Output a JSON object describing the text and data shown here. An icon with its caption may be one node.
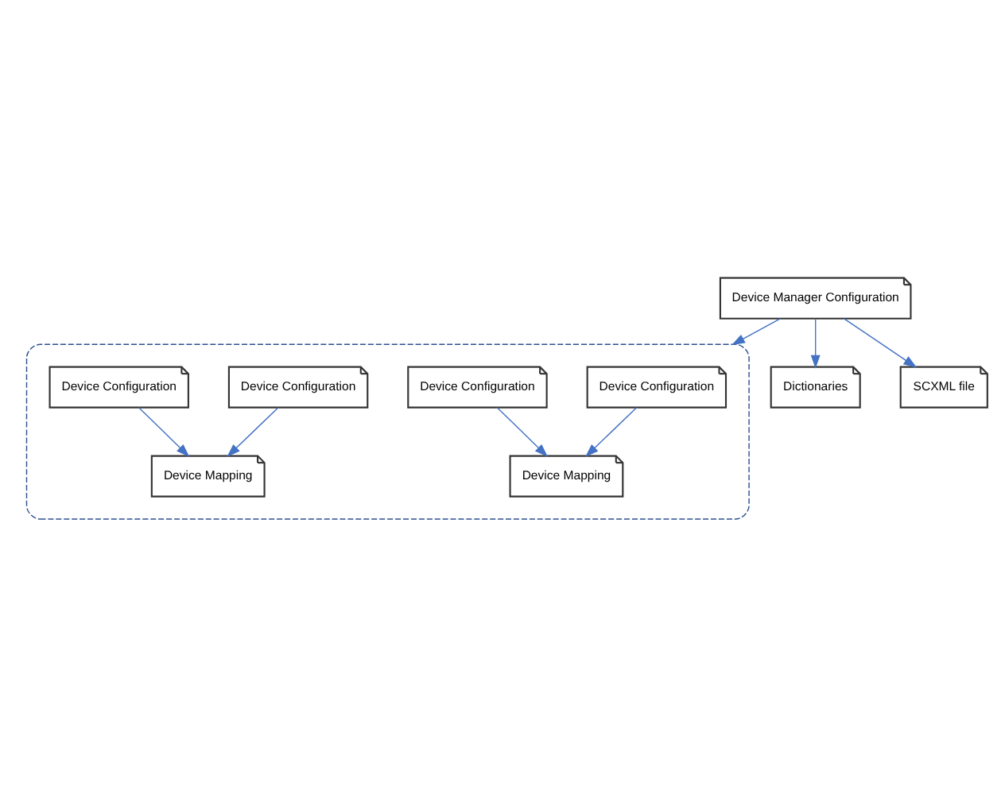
{
  "diagram": {
    "nodes": [
      {
        "text": [
          "Device Manager Configuration"
        ]
      },
      {
        "text": [],
        "shape": "box"
      },
      {
        "text": [
          "Dictionaries"
        ]
      },
      {
        "text": [
          "SCXML file"
        ]
      },
      {
        "text": [
          "Device Configuration"
        ],
        "in": 1
      },
      {
        "text": [
          "Device Mapping"
        ],
        "in": 1
      },
      {
        "text": [
          "Device Configuration"
        ],
        "in": 1
      },
      {
        "text": [
          "Device Mapping"
        ],
        "in": 1
      },
      {
        "text": [
          "Device Configuration"
        ],
        "in": 1
      },
      {
        "text": [
          "Device Configuration"
        ],
        "in": 1
      }
    ],
    "edges": [
      {
        "from": 0,
        "to": 1,
        "arrow": "to"
      },
      {
        "from": 0,
        "to": 2,
        "arrow": "to"
      },
      {
        "from": 0,
        "to": 3,
        "arrow": "to"
      },
      {
        "from": 4,
        "to": 5,
        "arrow": "to"
      },
      {
        "from": 6,
        "to": 5,
        "arrow": "to"
      },
      {
        "from": 8,
        "to": 7,
        "arrow": "to"
      },
      {
        "from": 9,
        "to": 7,
        "arrow": "to"
      }
    ]
  }
}
